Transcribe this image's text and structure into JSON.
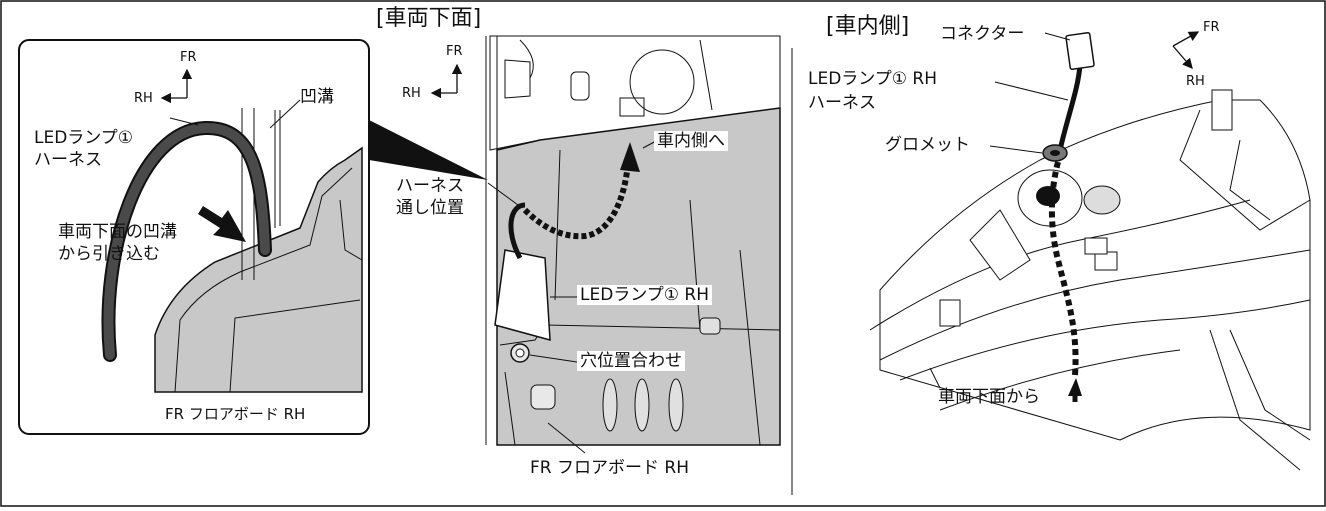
{
  "headers": {
    "underside": "[車両下面]",
    "interior": "[車内側]"
  },
  "inset": {
    "fr": "FR",
    "rh": "RH",
    "groove": "凹溝",
    "harness_label_1": "LEDランプ①",
    "harness_label_2": "ハーネス",
    "instruction_1": "車両下面の凹溝",
    "instruction_2": "から引き込む",
    "floorboard": "FR フロアボード RH"
  },
  "underside": {
    "fr": "FR",
    "rh": "RH",
    "to_interior": "車内側へ",
    "pass_through_1": "ハーネス",
    "pass_through_2": "通し位置",
    "led_lamp": "LEDランプ① RH",
    "hole_align": "穴位置合わせ",
    "floorboard": "FR フロアボード RH"
  },
  "interior": {
    "fr": "FR",
    "rh": "RH",
    "connector": "コネクター",
    "harness_label_1": "LEDランプ① RH",
    "harness_label_2": "ハーネス",
    "grommet": "グロメット",
    "from_underside": "車両下面から"
  },
  "colors": {
    "panel_gray": "#c8c8c8",
    "line": "#111111",
    "harness": "#4a4a4a"
  }
}
